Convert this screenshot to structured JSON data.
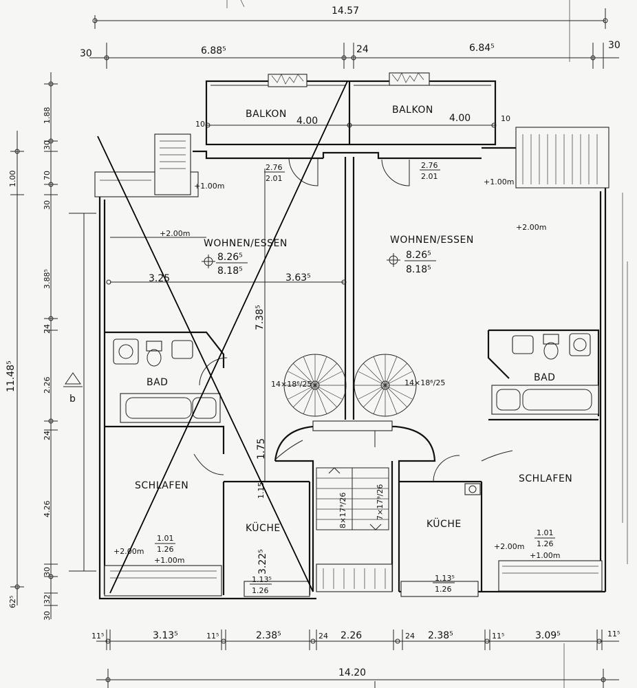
{
  "top_dims": {
    "overall": "14.57",
    "left_margin": "30",
    "left_half": "6.88⁵",
    "mid_wall": "24",
    "right_half": "6.84⁵",
    "right_margin": "30"
  },
  "balcony": {
    "left_label": "BALKON",
    "right_label": "BALKON",
    "left_width": "4.00",
    "right_width": "4.00",
    "left_edge": "10",
    "right_edge": "10"
  },
  "left_unit": {
    "living_label": "WOHNEN/ESSEN",
    "living_area_a": "8.26⁵",
    "living_area_b": "8.18⁵",
    "width_a": "3.25",
    "width_b": "3.63⁵",
    "door_num": "2.76",
    "door_den": "2.01",
    "level_terrace": "+1.00m",
    "level_living": "+2.00m",
    "depth": "7.38⁵",
    "bath_label": "BAD",
    "stair_label": "14×18⁶/25",
    "hall_depth": "1.75",
    "bed_label": "SCHLAFEN",
    "bed_win_num": "1.01",
    "bed_win_den": "1.26",
    "bed_level_a": "+2.00m",
    "bed_level_b": "+1.00m",
    "kitchen_label": "KÜCHE",
    "kitchen_depth": "3.22⁵",
    "kitchen_win_num": "1.13⁵",
    "kitchen_win_den": "1.26",
    "kitchen_small": "1.15"
  },
  "right_unit": {
    "living_label": "WOHNEN/ESSEN",
    "living_area_a": "8.26⁵",
    "living_area_b": "8.18⁵",
    "door_num": "2.76",
    "door_den": "2.01",
    "level_terrace": "+1.00m",
    "level_living": "+2.00m",
    "bath_label": "BAD",
    "stair_label": "14×18⁶/25",
    "bed_label": "SCHLAFEN",
    "bed_win_num": "1.01",
    "bed_win_den": "1.26",
    "bed_level_a": "+2.00m",
    "bed_level_b": "+1.00m",
    "kitchen_label": "KÜCHE",
    "kitchen_win_num": "1.13⁵",
    "kitchen_win_den": "1.26"
  },
  "stairwell": {
    "left_flight": "8×17⁹/26",
    "right_flight": "7×17⁹/26"
  },
  "left_dims": {
    "top_1": "1.88",
    "d_30a": "30",
    "d_100": "1.00",
    "d_70": "70",
    "d_30b": "30",
    "d_388": "3.88⁵",
    "d_24a": "24",
    "d_226": "2.26",
    "d_24b": "24",
    "d_426": "4.26",
    "d_30c": "30",
    "d_62": "62⁵",
    "d_32": "32",
    "d_30d": "30",
    "overall": "11.48⁵",
    "section_mark": "b"
  },
  "bottom_dims": {
    "d_11a": "11⁵",
    "d_313": "3.13⁵",
    "d_11b": "11⁵",
    "d_238a": "2.38⁵",
    "d_24a": "24",
    "d_226": "2.26",
    "d_24b": "24",
    "d_238b": "2.38⁵",
    "d_11c": "11⁵",
    "d_309": "3.09⁵",
    "d_11d": "11⁵",
    "overall": "14.20"
  }
}
